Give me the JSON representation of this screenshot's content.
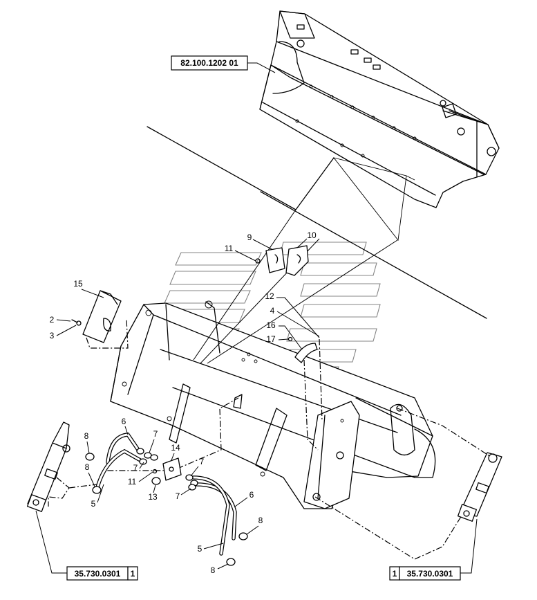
{
  "references": {
    "bucket": "82.100.1202 01",
    "cylinder_left": "35.730.0301",
    "cylinder_left_qty": "1",
    "cylinder_right": "35.730.0301",
    "cylinder_right_qty": "1"
  },
  "callouts": {
    "c15": "15",
    "c2": "2",
    "c3": "3",
    "c9": "9",
    "c10": "10",
    "c11_top": "11",
    "c12": "12",
    "c4": "4",
    "c16": "16",
    "c17": "17",
    "c6_left": "6",
    "c8_left_top": "8",
    "c8_left_mid": "8",
    "c5_left": "5",
    "c7_a": "7",
    "c14": "14",
    "c7_b": "7",
    "c11_bottom": "11",
    "c7_c": "7",
    "c7_d": "7",
    "c13": "13",
    "c6_right": "6",
    "c8_right": "8",
    "c5_right": "5",
    "c8_bottom": "8"
  },
  "colors": {
    "line": "#000000",
    "watermark": "#777777",
    "background": "#ffffff"
  }
}
